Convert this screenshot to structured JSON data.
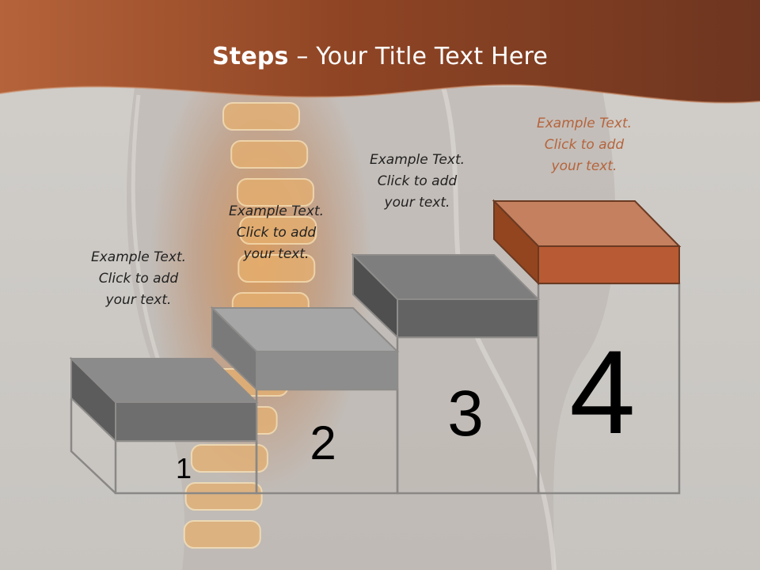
{
  "slide": {
    "title_bold": "Steps",
    "title_rest": " – Your Title Text Here",
    "colors": {
      "header": "#9a4a26",
      "step_gray": "#7a7a7a",
      "step_accent": "#b85a33",
      "accent_text": "#b5643c"
    }
  },
  "steps": [
    {
      "number": "1",
      "lines": [
        "Example Text.",
        "Click  to add",
        "your text."
      ]
    },
    {
      "number": "2",
      "lines": [
        "Example Text.",
        "Click  to add",
        "your text."
      ]
    },
    {
      "number": "3",
      "lines": [
        "Example Text.",
        "Click  to add",
        "your text."
      ]
    },
    {
      "number": "4",
      "lines": [
        "Example Text.",
        "Click  to add",
        "your text."
      ]
    }
  ]
}
